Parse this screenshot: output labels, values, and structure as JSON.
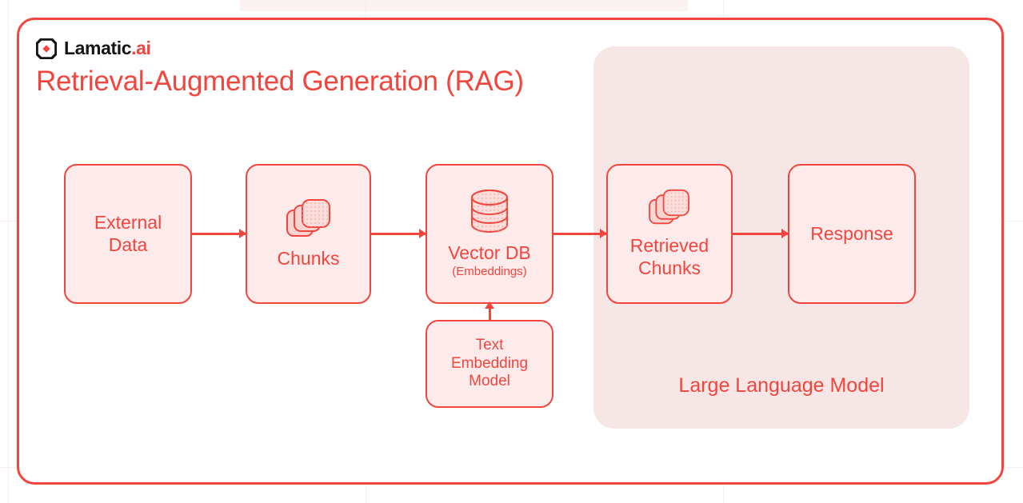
{
  "brand": {
    "name_main": "Lamatic",
    "name_suffix": ".ai",
    "logo_icon": "lamatic-diamond-logo-icon",
    "mark_color": "#141414",
    "accent_color": "#F2453D"
  },
  "header": {
    "title": "Retrieval-Augmented Generation (RAG)"
  },
  "theme": {
    "accent": "#F2453D",
    "node_fill": "#FDEBEB",
    "panel_fill": "#F7E6E6",
    "page_bg": "#FFFFFF",
    "logo_dark": "#141414"
  },
  "diagram": {
    "type": "flow-diagram",
    "group_panel": {
      "label": "Large Language Model",
      "contains": [
        "Retrieved Chunks",
        "Response"
      ]
    },
    "nodes": [
      {
        "id": "external-data",
        "label": "External\nData",
        "sublabel": "",
        "icon": ""
      },
      {
        "id": "chunks",
        "label": "Chunks",
        "sublabel": "",
        "icon": "stacked-cards-icon"
      },
      {
        "id": "vector-db",
        "label": "Vector DB",
        "sublabel": "(Embeddings)",
        "icon": "database-cylinder-icon"
      },
      {
        "id": "retrieved-chunks",
        "label": "Retrieved\nChunks",
        "sublabel": "",
        "icon": "stacked-cards-icon"
      },
      {
        "id": "response",
        "label": "Response",
        "sublabel": "",
        "icon": ""
      },
      {
        "id": "text-embedding-model",
        "label": "Text\nEmbedding\nModel",
        "sublabel": "",
        "icon": ""
      }
    ],
    "edges": [
      {
        "id": "e1",
        "from": "external-data",
        "to": "chunks",
        "direction": "right"
      },
      {
        "id": "e2",
        "from": "chunks",
        "to": "vector-db",
        "direction": "right"
      },
      {
        "id": "e3",
        "from": "vector-db",
        "to": "retrieved-chunks",
        "direction": "right"
      },
      {
        "id": "e4",
        "from": "retrieved-chunks",
        "to": "response",
        "direction": "right"
      },
      {
        "id": "e5",
        "from": "text-embedding-model",
        "to": "vector-db",
        "direction": "up"
      }
    ]
  }
}
